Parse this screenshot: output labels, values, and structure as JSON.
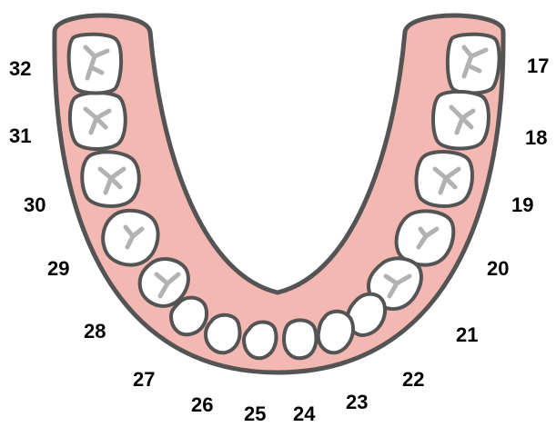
{
  "diagram": {
    "view": "lower-jaw",
    "teeth": [
      {
        "number": "17",
        "side": "left-of-screen-right",
        "kind": "molar"
      },
      {
        "number": "18",
        "kind": "molar"
      },
      {
        "number": "19",
        "kind": "molar"
      },
      {
        "number": "20",
        "kind": "premolar"
      },
      {
        "number": "21",
        "kind": "premolar"
      },
      {
        "number": "22",
        "kind": "canine"
      },
      {
        "number": "23",
        "kind": "incisor"
      },
      {
        "number": "24",
        "kind": "incisor"
      },
      {
        "number": "25",
        "kind": "incisor"
      },
      {
        "number": "26",
        "kind": "incisor"
      },
      {
        "number": "27",
        "kind": "canine"
      },
      {
        "number": "28",
        "kind": "premolar"
      },
      {
        "number": "29",
        "kind": "premolar"
      },
      {
        "number": "30",
        "kind": "molar"
      },
      {
        "number": "31",
        "kind": "molar"
      },
      {
        "number": "32",
        "kind": "molar"
      }
    ],
    "colors": {
      "gum": "#f4b8b3",
      "outline": "#545454",
      "tooth": "#ffffff",
      "fissure": "#b2b2b2",
      "label": "#000000"
    }
  }
}
